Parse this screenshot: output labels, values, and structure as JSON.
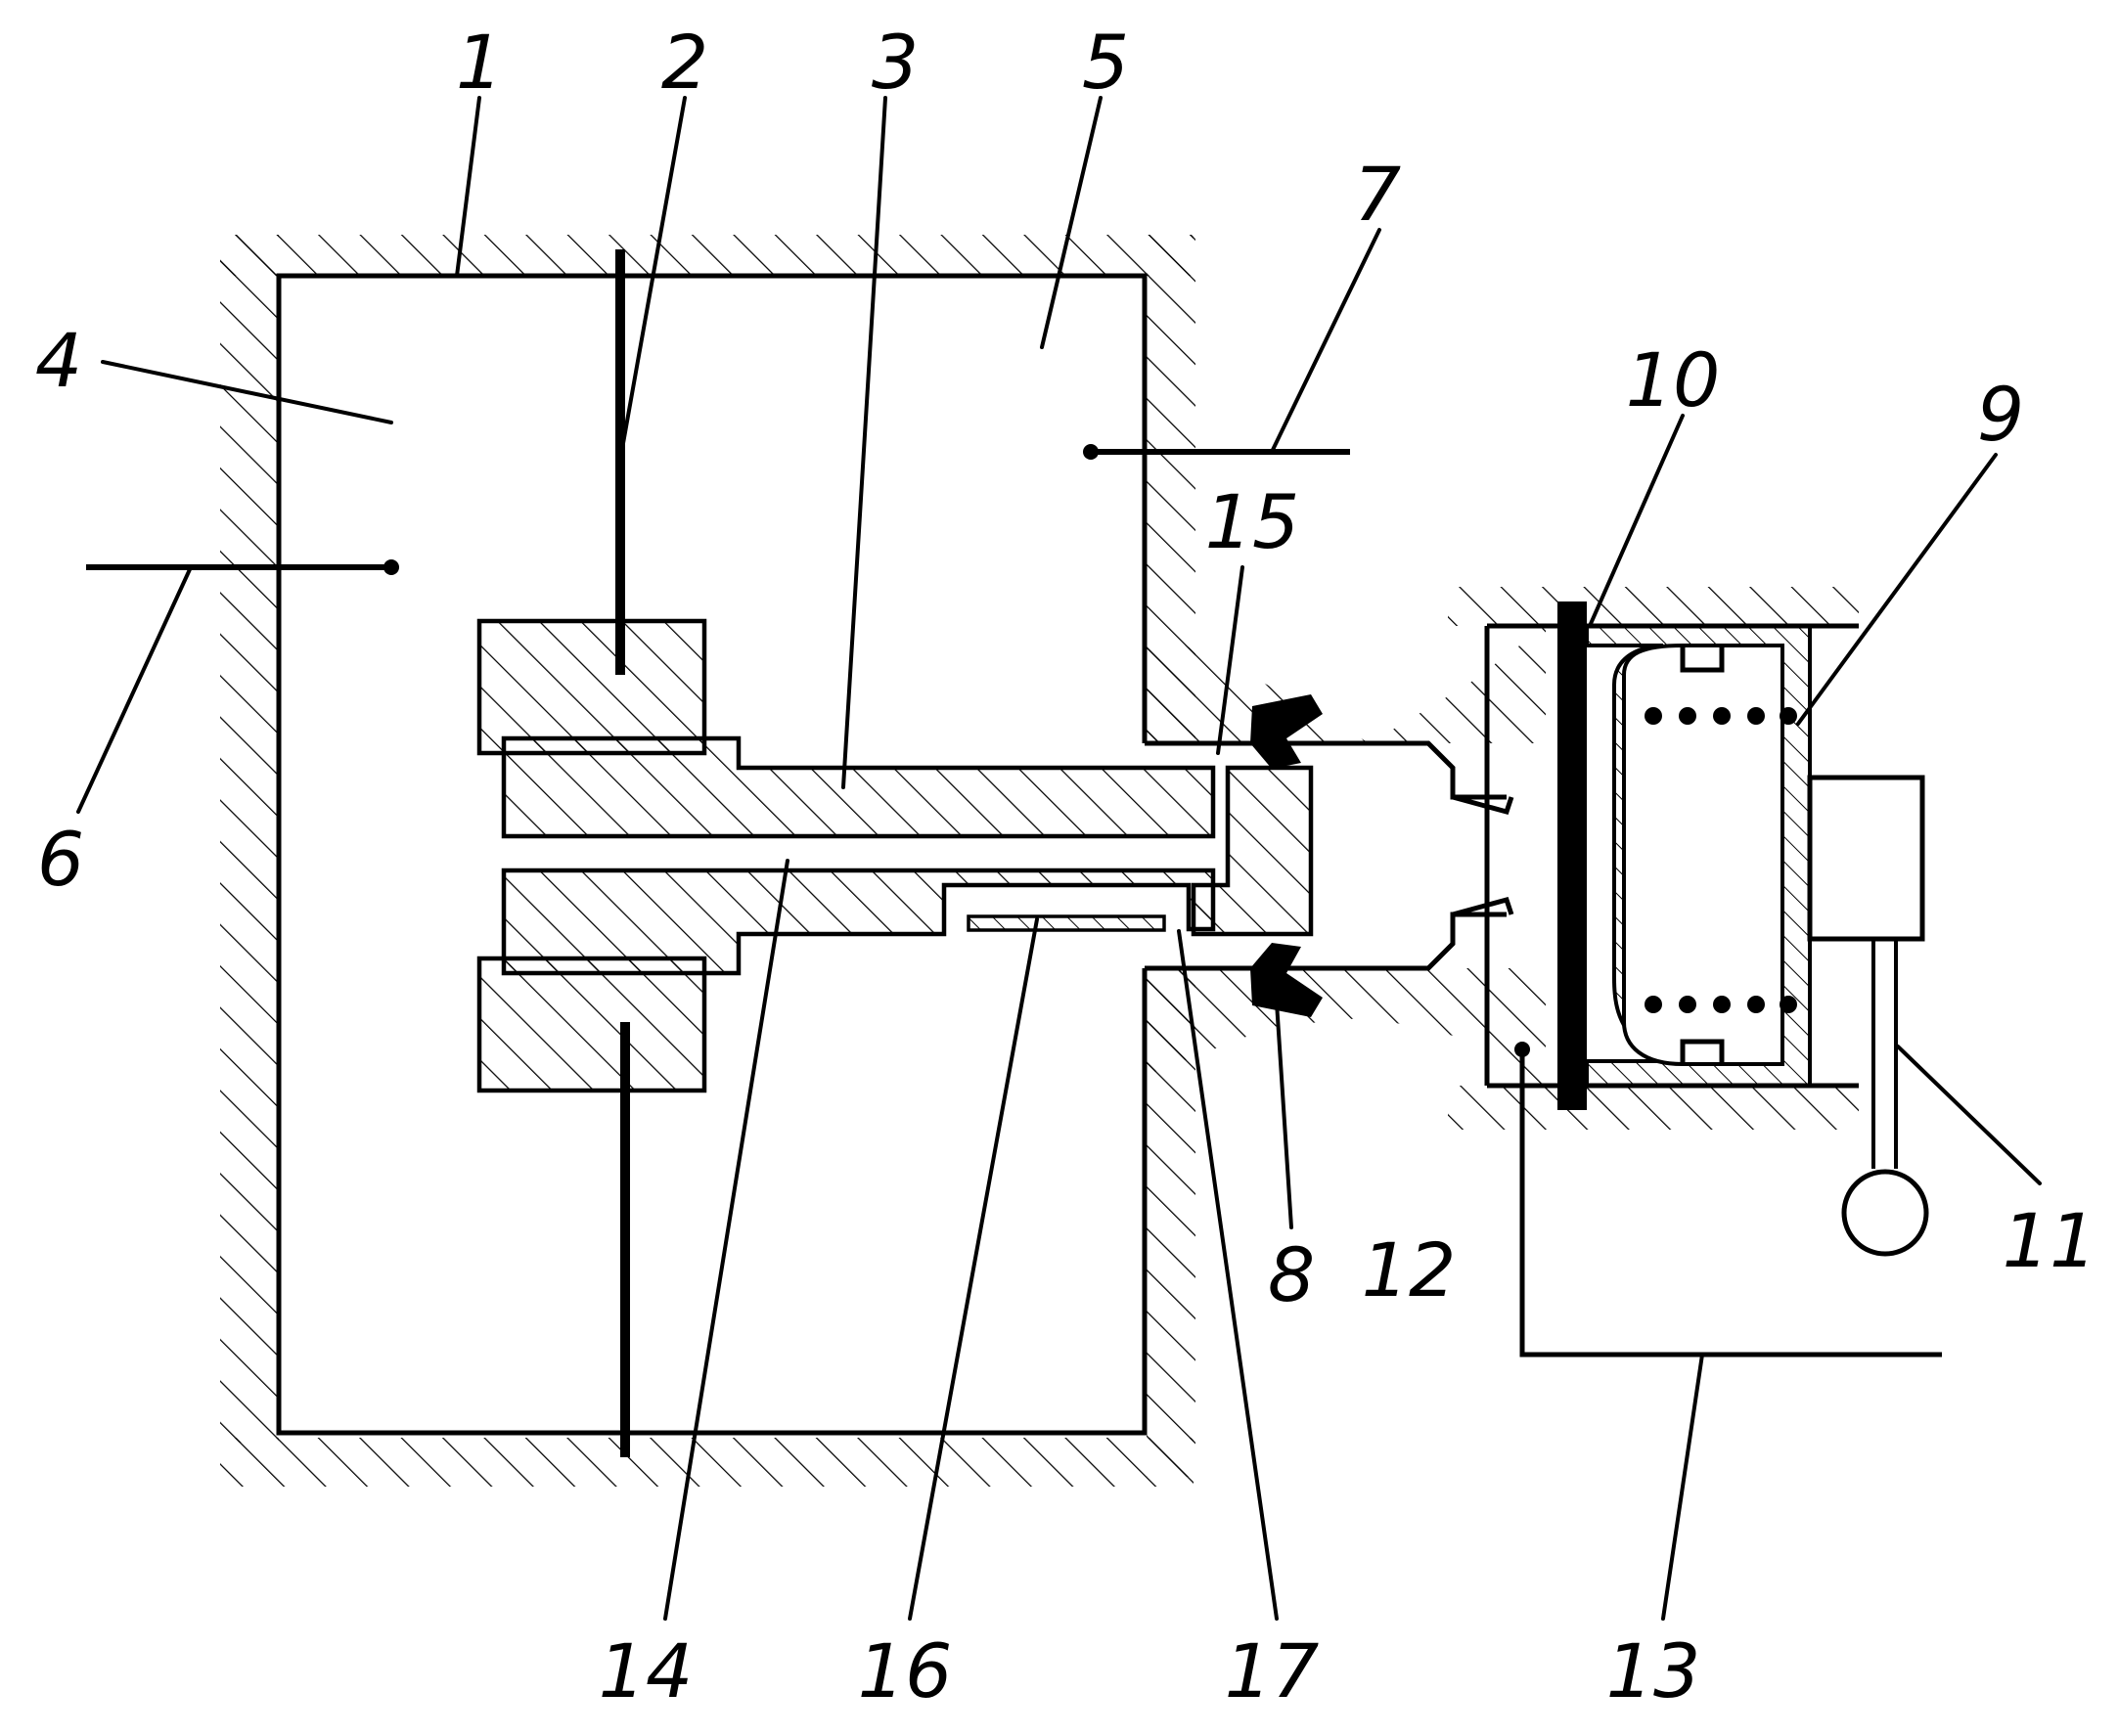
{
  "diagram": {
    "labels": [
      {
        "id": "1",
        "text": "1"
      },
      {
        "id": "2",
        "text": "2"
      },
      {
        "id": "3",
        "text": "3"
      },
      {
        "id": "4",
        "text": "4"
      },
      {
        "id": "5",
        "text": "5"
      },
      {
        "id": "6",
        "text": "6"
      },
      {
        "id": "7",
        "text": "7"
      },
      {
        "id": "8",
        "text": "8"
      },
      {
        "id": "9",
        "text": "9"
      },
      {
        "id": "10",
        "text": "10"
      },
      {
        "id": "11",
        "text": "11"
      },
      {
        "id": "12",
        "text": "12"
      },
      {
        "id": "13",
        "text": "13"
      },
      {
        "id": "14",
        "text": "14"
      },
      {
        "id": "15",
        "text": "15"
      },
      {
        "id": "16",
        "text": "16"
      },
      {
        "id": "17",
        "text": "17"
      }
    ],
    "colors": {
      "ink": "#000000",
      "paper": "#ffffff"
    }
  }
}
